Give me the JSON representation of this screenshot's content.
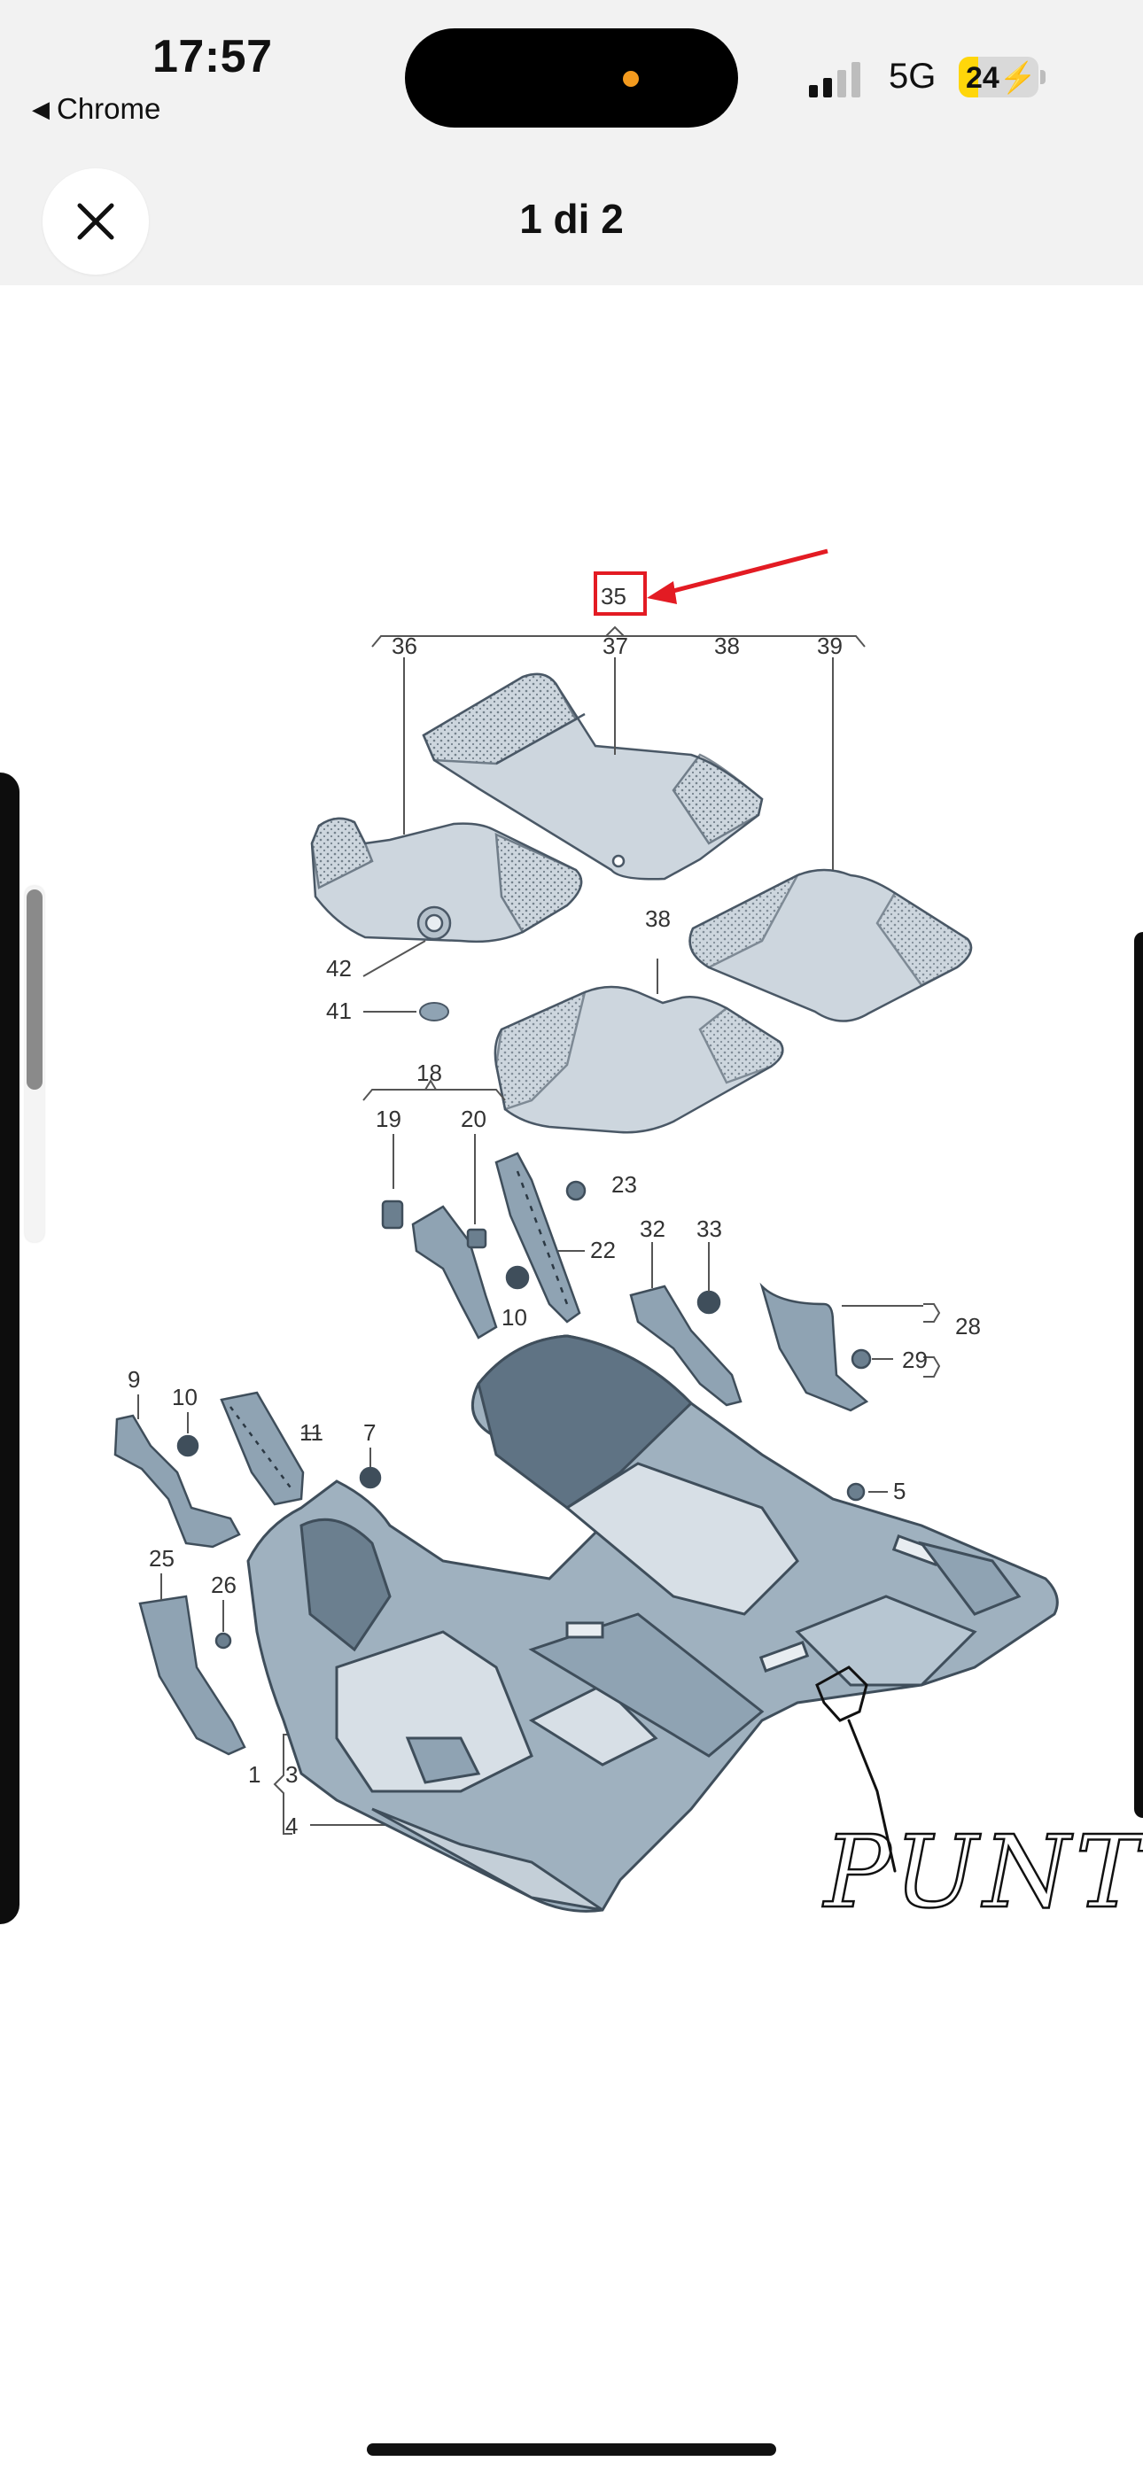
{
  "status_bar": {
    "time": "17:57",
    "back_app": "Chrome",
    "network": "5G",
    "battery_level": 24,
    "battery_label": "24"
  },
  "viewer": {
    "title": "1 di 2"
  },
  "diagram": {
    "labels": {
      "l35": "35",
      "l36": "36",
      "l37": "37",
      "l38": "38",
      "l39": "39",
      "l38b": "38",
      "l42": "42",
      "l41": "41",
      "l18": "18",
      "l19": "19",
      "l20": "20",
      "l23": "23",
      "l22": "22",
      "l10a": "10",
      "l32": "32",
      "l33": "33",
      "l28": "28",
      "l29": "29",
      "l9": "9",
      "l10b": "10",
      "l11": "11",
      "l7": "7",
      "l5": "5",
      "l25": "25",
      "l26": "26",
      "l1": "1",
      "l3": "3",
      "l4": "4"
    },
    "annotation_text": "PUNTO"
  },
  "colors": {
    "highlight_red": "#e31b23",
    "part_fill": "#8fa3b3",
    "part_dark": "#5f7384",
    "mat_fill": "#cdd6de"
  }
}
